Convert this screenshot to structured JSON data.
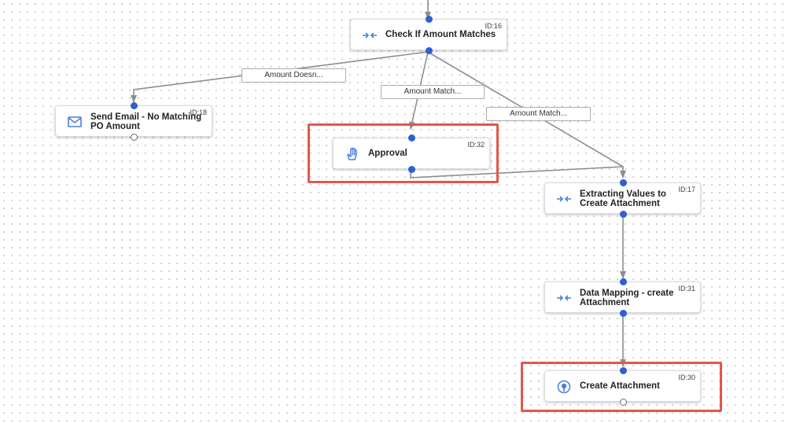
{
  "nodes": {
    "check_amount": {
      "title": "Check If Amount Matches",
      "id_label": "ID:16",
      "icon": "data-mapping-icon"
    },
    "send_email": {
      "title": "Send Email - No Matching PO Amount",
      "id_label": "ID:18",
      "icon": "email-icon"
    },
    "approval": {
      "title": "Approval",
      "id_label": "ID:32",
      "icon": "hand-icon"
    },
    "extracting": {
      "title": "Extracting Values to Create Attachment",
      "id_label": "ID:17",
      "icon": "data-mapping-icon"
    },
    "data_mapping": {
      "title": "Data Mapping - create Attachment",
      "id_label": "ID:31",
      "icon": "data-mapping-icon"
    },
    "create_attachment": {
      "title": "Create Attachment",
      "id_label": "ID:30",
      "icon": "connector-icon"
    }
  },
  "edge_labels": {
    "doesnt_match": "Amount Doesn...",
    "match_1": "Amount Match...",
    "match_2": "Amount Match..."
  },
  "colors": {
    "accent_blue": "#2f5fd0",
    "icon_blue": "#4a7fe0",
    "highlight_red": "#e2574c",
    "edge_gray": "#8a8e93"
  }
}
